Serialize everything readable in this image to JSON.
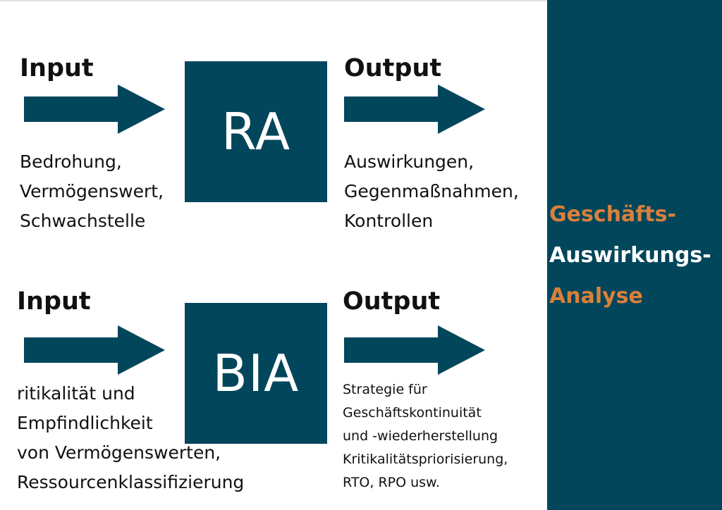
{
  "colors": {
    "teal": "#02465b",
    "accent": "#d9803b",
    "text": "#111111",
    "background": "#ffffff"
  },
  "row_ra": {
    "input_label": "Input",
    "output_label": "Output",
    "box_label": "RA",
    "input_lines": [
      "Bedrohung,",
      "Vermögenswert,",
      "Schwachstelle"
    ],
    "output_lines": [
      "Auswirkungen,",
      "Gegenmaßnahmen,",
      "Kontrollen"
    ]
  },
  "row_bia": {
    "input_label": "Input",
    "output_label": "Output",
    "box_label": "BIA",
    "input_lines": [
      "ritikalität und",
      "Empfindlichkeit",
      "von Vermögenswerten,",
      "Ressourcenklassifizierung"
    ],
    "output_lines": [
      "Strategie für",
      "Geschäftskontinuität",
      "und -wiederherstellung",
      "Kritikalitätspriorisierung,",
      "RTO, RPO usw."
    ]
  },
  "side_panel": {
    "line1": "Geschäfts-",
    "line2": "Auswirkungs-",
    "line3": "Analyse"
  }
}
